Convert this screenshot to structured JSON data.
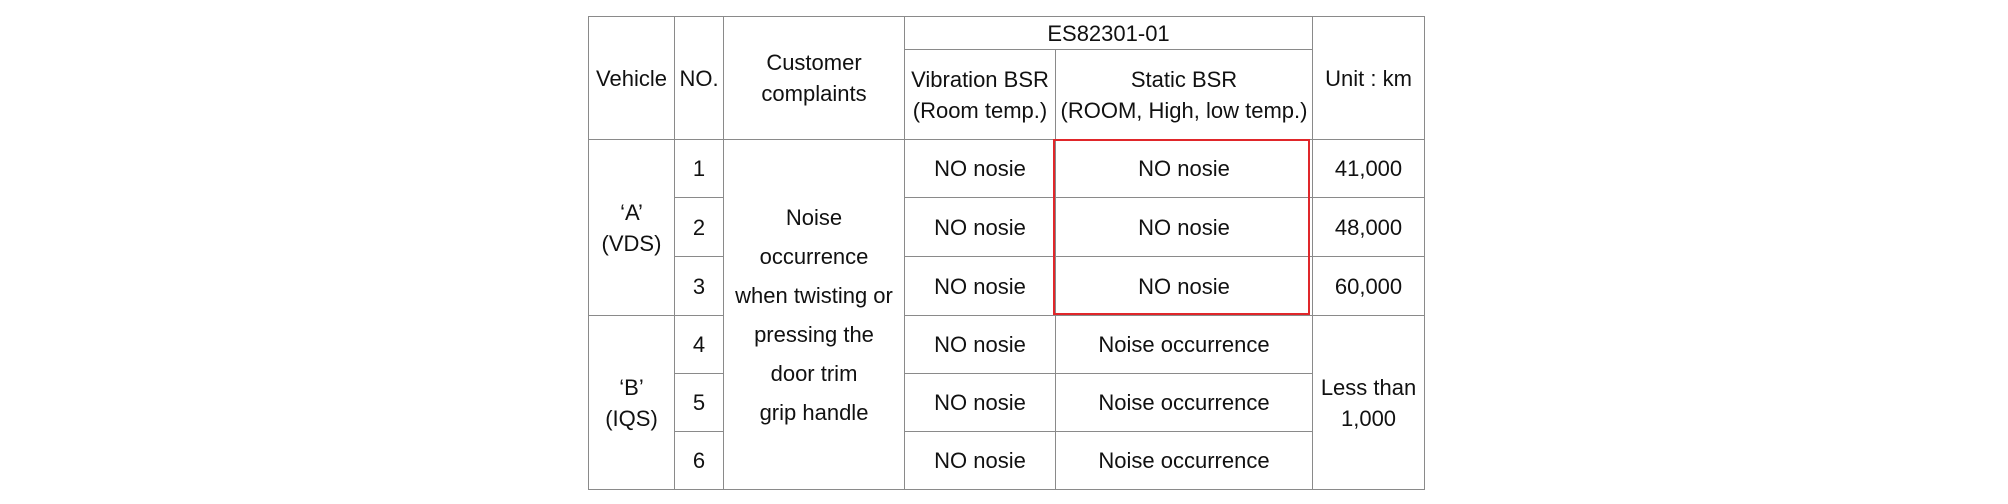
{
  "table": {
    "header": {
      "vehicle": "Vehicle",
      "no": "NO.",
      "complaint_line1": "Customer",
      "complaint_line2": "complaints",
      "standard": "ES82301-01",
      "vibration_line1": "Vibration BSR",
      "vibration_line2": "(Room temp.)",
      "static_line1": "Static BSR",
      "static_line2": "(ROOM, High, low temp.)",
      "unit": "Unit : km"
    },
    "complaint": {
      "line1": "Noise",
      "line2": "occurrence",
      "line3": "when twisting or",
      "line4": "pressing the",
      "line5": "door trim",
      "line6": "grip handle"
    },
    "groups": [
      {
        "vehicle_line1": "‘A’",
        "vehicle_line2": "(VDS)",
        "mileage_line1": "",
        "mileage_line2": ""
      },
      {
        "vehicle_line1": "‘B’",
        "vehicle_line2": "(IQS)",
        "mileage_line1": "Less than",
        "mileage_line2": "1,000"
      }
    ],
    "rows": [
      {
        "no": "1",
        "vibration": "NO nosie",
        "static": "NO nosie",
        "mileage": "41,000"
      },
      {
        "no": "2",
        "vibration": "NO nosie",
        "static": "NO nosie",
        "mileage": "48,000"
      },
      {
        "no": "3",
        "vibration": "NO nosie",
        "static": "NO nosie",
        "mileage": "60,000"
      },
      {
        "no": "4",
        "vibration": "NO nosie",
        "static": "Noise occurrence",
        "mileage": ""
      },
      {
        "no": "5",
        "vibration": "NO nosie",
        "static": "Noise occurrence",
        "mileage": ""
      },
      {
        "no": "6",
        "vibration": "NO nosie",
        "static": "Noise occurrence",
        "mileage": ""
      }
    ],
    "highlight_color": "#e0262a",
    "border_color": "#8a8a8a"
  }
}
